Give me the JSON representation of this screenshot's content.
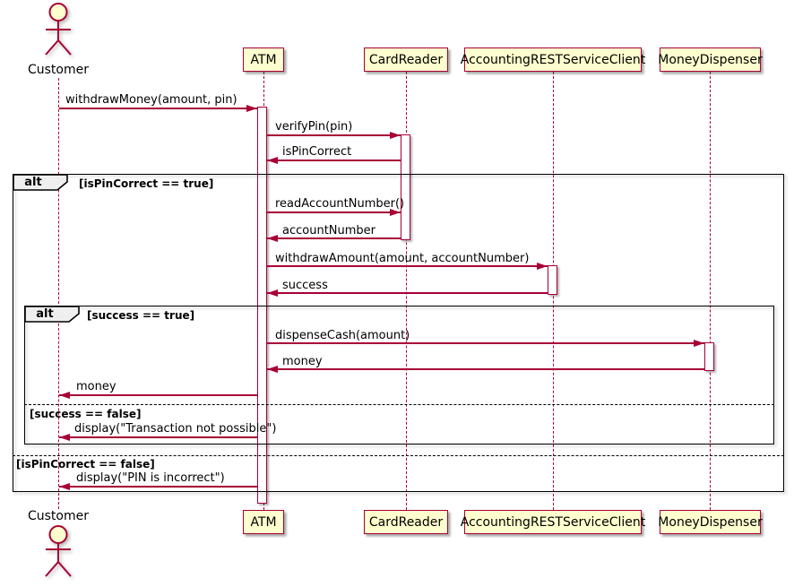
{
  "colors": {
    "accent": "#A80036",
    "participant_fill": "#FEFECE",
    "activation_fill": "#FFFFFF",
    "frame_border": "#000000",
    "frame_header_fill": "#EFEFEF"
  },
  "actors": {
    "top": "Customer",
    "bottom": "Customer"
  },
  "participants": [
    {
      "label": "ATM"
    },
    {
      "label": "CardReader"
    },
    {
      "label": "AccountingRESTServiceClient"
    },
    {
      "label": "MoneyDispenser"
    }
  ],
  "messages": [
    {
      "label": "withdrawMoney(amount, pin)",
      "from": "Customer",
      "to": "ATM"
    },
    {
      "label": "verifyPin(pin)",
      "from": "ATM",
      "to": "CardReader"
    },
    {
      "label": "isPinCorrect",
      "from": "CardReader",
      "to": "ATM"
    },
    {
      "label": "readAccountNumber()",
      "from": "ATM",
      "to": "CardReader"
    },
    {
      "label": "accountNumber",
      "from": "CardReader",
      "to": "ATM"
    },
    {
      "label": "withdrawAmount(amount, accountNumber)",
      "from": "ATM",
      "to": "AccountingRESTServiceClient"
    },
    {
      "label": "success",
      "from": "AccountingRESTServiceClient",
      "to": "ATM"
    },
    {
      "label": "dispenseCash(amount)",
      "from": "ATM",
      "to": "MoneyDispenser"
    },
    {
      "label": "money",
      "from": "MoneyDispenser",
      "to": "ATM"
    },
    {
      "label": "money",
      "from": "ATM",
      "to": "Customer"
    },
    {
      "label": "display(\"Transaction not possible\")",
      "from": "ATM",
      "to": "Customer"
    },
    {
      "label": "display(\"PIN is incorrect\")",
      "from": "ATM",
      "to": "Customer"
    }
  ],
  "fragments": {
    "outer": {
      "operator": "alt",
      "guard_true": "[isPinCorrect == true]",
      "guard_false": "[isPinCorrect == false]"
    },
    "inner": {
      "operator": "alt",
      "guard_true": "[success == true]",
      "guard_false": "[success == false]"
    }
  }
}
